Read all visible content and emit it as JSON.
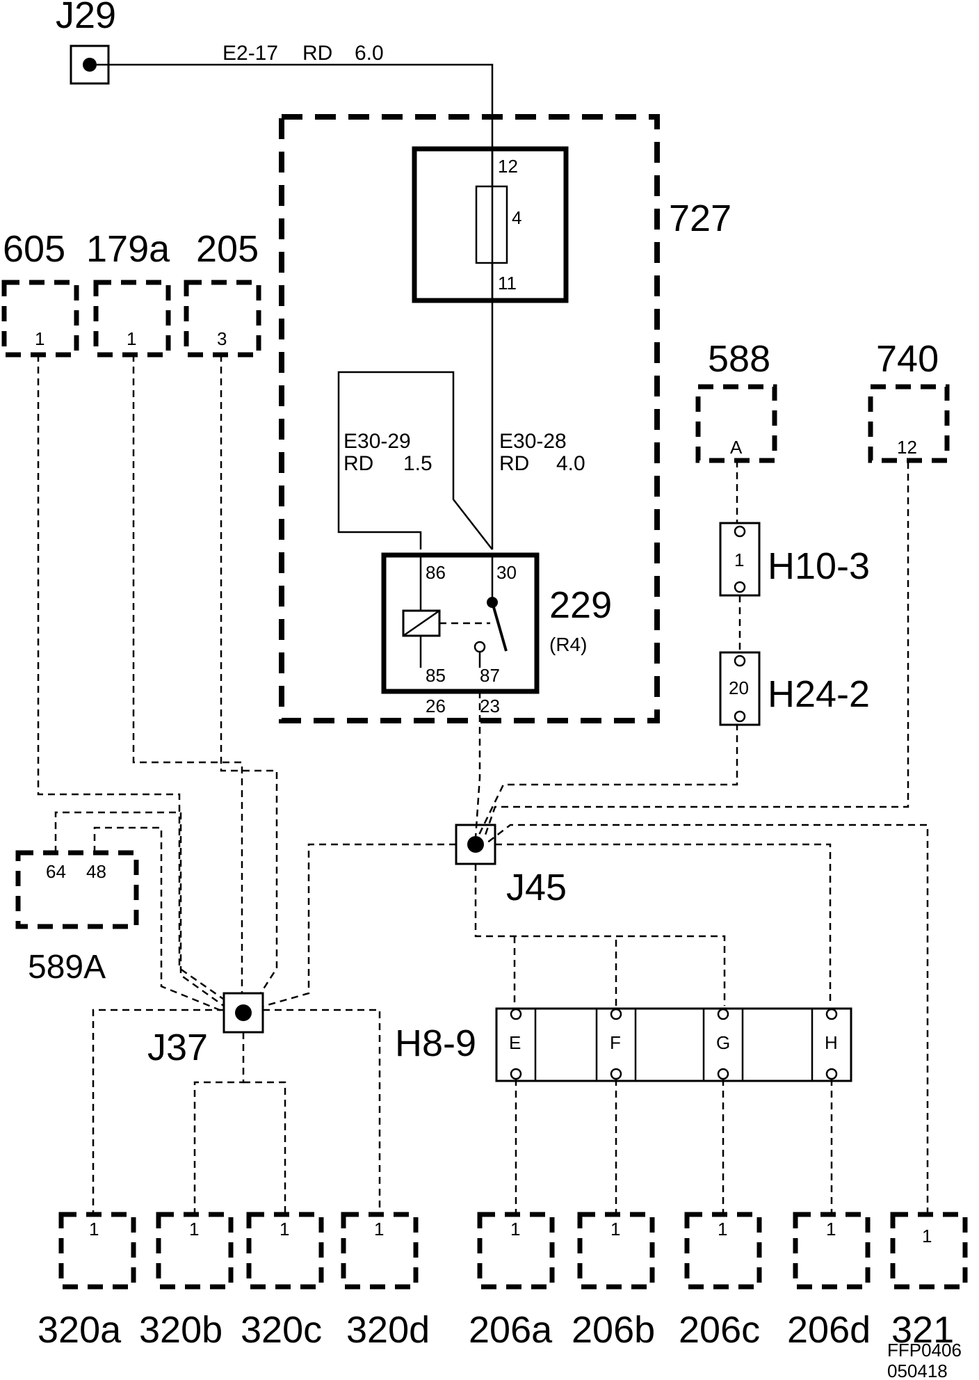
{
  "j29": {
    "label": "J29"
  },
  "main_wire": {
    "code": "E2-17",
    "color": "RD",
    "size": "6.0"
  },
  "unit727": {
    "label": "727"
  },
  "fuse": {
    "pin_top": "12",
    "number": "4",
    "pin_bottom": "11"
  },
  "wire_e30_29": {
    "code": "E30-29",
    "color": "RD",
    "size": "1.5"
  },
  "wire_e30_28": {
    "code": "E30-28",
    "color": "RD",
    "size": "4.0"
  },
  "relay": {
    "label": "229",
    "sub": "(R4)",
    "p86": "86",
    "p30": "30",
    "p85": "85",
    "p87": "87",
    "p26": "26",
    "p23": "23"
  },
  "top_connectors": [
    {
      "label": "605",
      "pin": "1"
    },
    {
      "label": "179a",
      "pin": "1"
    },
    {
      "label": "205",
      "pin": "3"
    }
  ],
  "c588": {
    "label": "588",
    "pin": "A"
  },
  "c740": {
    "label": "740",
    "pin": "12"
  },
  "h10": {
    "label": "H10-3",
    "pin": "1"
  },
  "h24": {
    "label": "H24-2",
    "pin": "20"
  },
  "c589a": {
    "label": "589A",
    "pin1": "64",
    "pin2": "48"
  },
  "j45": {
    "label": "J45"
  },
  "j37": {
    "label": "J37"
  },
  "h8": {
    "label": "H8-9",
    "pins": [
      "E",
      "F",
      "G",
      "H"
    ]
  },
  "bottom_connectors": [
    {
      "label": "320a",
      "pin": "1"
    },
    {
      "label": "320b",
      "pin": "1"
    },
    {
      "label": "320c",
      "pin": "1"
    },
    {
      "label": "320d",
      "pin": "1"
    },
    {
      "label": "206a",
      "pin": "1"
    },
    {
      "label": "206b",
      "pin": "1"
    },
    {
      "label": "206c",
      "pin": "1"
    },
    {
      "label": "206d",
      "pin": "1"
    },
    {
      "label": "321",
      "pin": "1"
    }
  ],
  "footer": {
    "code1": "FFP0406",
    "code2": "050418"
  }
}
